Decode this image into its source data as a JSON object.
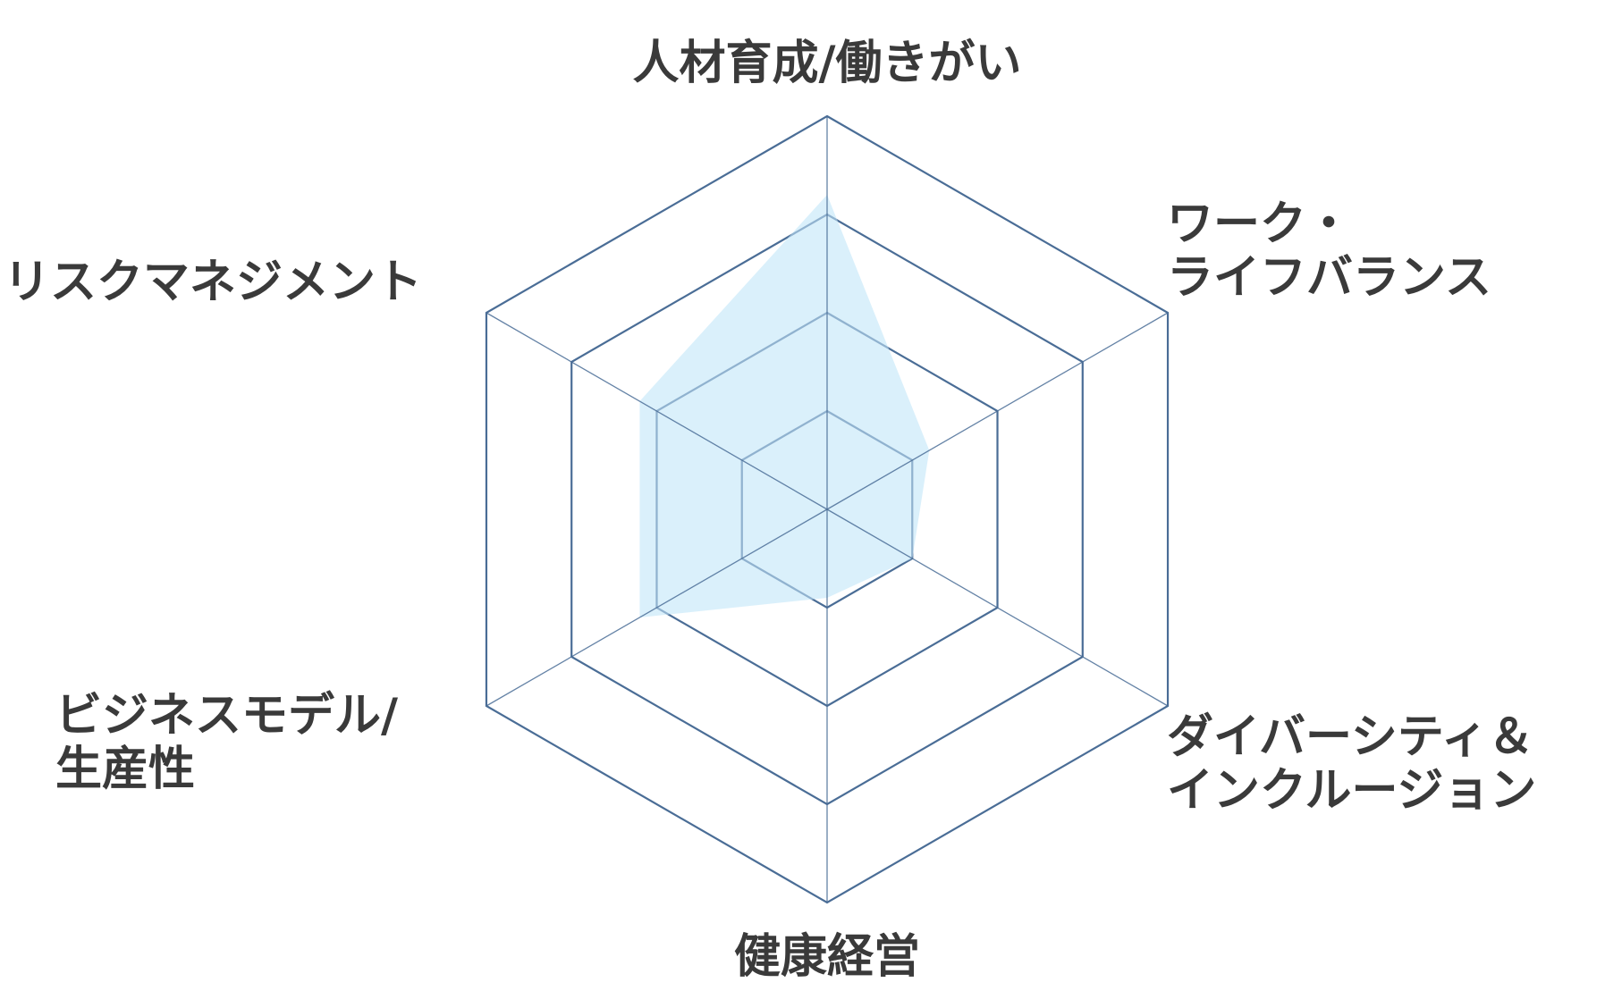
{
  "chart_data": {
    "type": "radar",
    "title": "",
    "axes": [
      {
        "label_lines": [
          "人材育成/働きがい"
        ]
      },
      {
        "label_lines": [
          "ワーク・",
          "ライフバランス"
        ]
      },
      {
        "label_lines": [
          "ダイバーシティ＆",
          "インクルージョン"
        ]
      },
      {
        "label_lines": [
          "健康経営"
        ]
      },
      {
        "label_lines": [
          "ビジネスモデル/",
          "生産性"
        ]
      },
      {
        "label_lines": [
          "リスクマネジメント"
        ]
      }
    ],
    "range": [
      0,
      4
    ],
    "grid_levels": [
      1,
      2,
      3,
      4
    ],
    "series": [
      {
        "values": [
          3.2,
          1.2,
          1.0,
          0.9,
          2.2,
          2.2
        ]
      }
    ],
    "colors": {
      "grid": "#4a6d96",
      "grid_inner": "#90b2cf",
      "fill": "#d6eefb",
      "text": "#3a3a3a"
    }
  }
}
